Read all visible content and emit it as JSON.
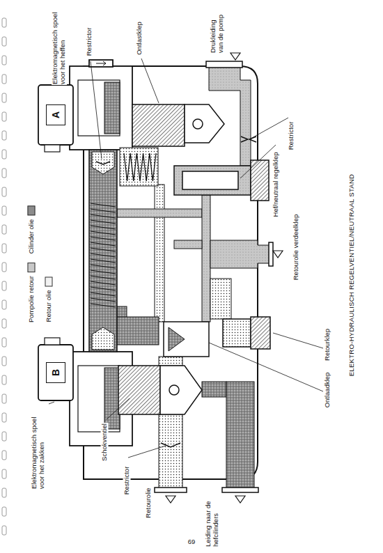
{
  "diagram": {
    "caption": "ELEKTRO-HYDRAULISCH REGELVENTIEL/NEUTRAAL STAND",
    "nodes": [
      {
        "text": [
          "A"
        ]
      },
      {
        "text": [
          "B"
        ]
      }
    ],
    "labels": [
      "Elektromagnetisch spoel voor het heffen",
      "Restrictor",
      "Ontlastklep",
      "Drukleiding van de pomp",
      "Hef/neutraal regelklep",
      "Restrictor",
      "Retourolie verdeelklep",
      "Retourklep",
      "Ontlaadklep",
      "Elektromagnetisch spoel voor het zakken",
      "Schokventiel",
      "Restrictor",
      "Retourolie",
      "Leiding naar de hefcilinders",
      "69"
    ],
    "legend": [
      {
        "text": "Cilinder olie",
        "color": "#8c8c8c"
      },
      {
        "text": "Pompolie retour",
        "color": "#c8c8c8"
      },
      {
        "text": "Retour olie",
        "color": "#f2f2f2"
      }
    ]
  }
}
